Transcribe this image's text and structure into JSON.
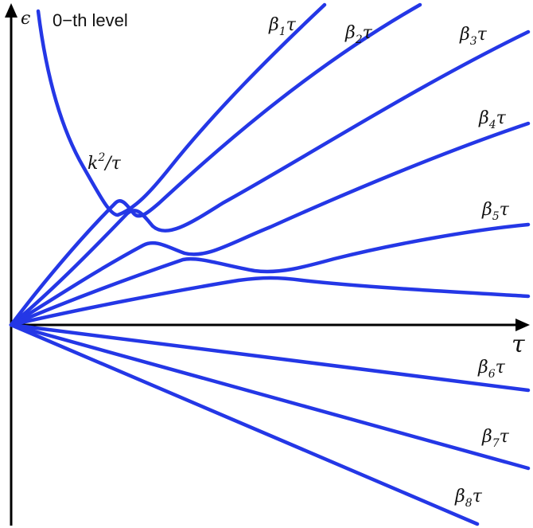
{
  "diagram": {
    "y_axis_symbol": "ϵ",
    "x_axis_symbol": "τ",
    "zeroth_level_label": "0−th level",
    "k_label": {
      "base": "k",
      "sup": "2",
      "rest": "/τ"
    },
    "beta_labels": [
      {
        "sym": "β",
        "sub": "1",
        "tail": "τ"
      },
      {
        "sym": "β",
        "sub": "2",
        "tail": "τ"
      },
      {
        "sym": "β",
        "sub": "3",
        "tail": "τ"
      },
      {
        "sym": "β",
        "sub": "4",
        "tail": "τ"
      },
      {
        "sym": "β",
        "sub": "5",
        "tail": "τ"
      },
      {
        "sym": "β",
        "sub": "6",
        "tail": "τ"
      },
      {
        "sym": "β",
        "sub": "7",
        "tail": "τ"
      },
      {
        "sym": "β",
        "sub": "8",
        "tail": "τ"
      }
    ],
    "line_color": "#2437e6"
  }
}
